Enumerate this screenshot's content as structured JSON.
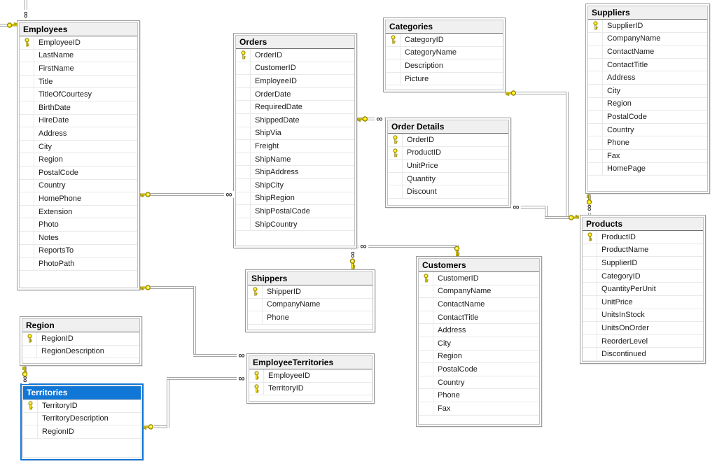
{
  "icons": {
    "many_glyph": "∞",
    "primary_key": "key-icon",
    "many_end": "infinity-icon"
  },
  "colors": {
    "selected_accent": "#1177d7",
    "table_border": "#9b9b9b",
    "title_bg": "#f0f0f0",
    "connector_line": "#a6a6a6",
    "key_yellow": "#fde910"
  },
  "tables": [
    {
      "title": "Employees",
      "selected": false,
      "columns": [
        {
          "name": "EmployeeID",
          "pk": true
        },
        {
          "name": "LastName",
          "pk": false
        },
        {
          "name": "FirstName",
          "pk": false
        },
        {
          "name": "Title",
          "pk": false
        },
        {
          "name": "TitleOfCourtesy",
          "pk": false
        },
        {
          "name": "BirthDate",
          "pk": false
        },
        {
          "name": "HireDate",
          "pk": false
        },
        {
          "name": "Address",
          "pk": false
        },
        {
          "name": "City",
          "pk": false
        },
        {
          "name": "Region",
          "pk": false
        },
        {
          "name": "PostalCode",
          "pk": false
        },
        {
          "name": "Country",
          "pk": false
        },
        {
          "name": "HomePhone",
          "pk": false
        },
        {
          "name": "Extension",
          "pk": false
        },
        {
          "name": "Photo",
          "pk": false
        },
        {
          "name": "Notes",
          "pk": false
        },
        {
          "name": "ReportsTo",
          "pk": false
        },
        {
          "name": "PhotoPath",
          "pk": false
        }
      ]
    },
    {
      "title": "Orders",
      "selected": false,
      "columns": [
        {
          "name": "OrderID",
          "pk": true
        },
        {
          "name": "CustomerID",
          "pk": false
        },
        {
          "name": "EmployeeID",
          "pk": false
        },
        {
          "name": "OrderDate",
          "pk": false
        },
        {
          "name": "RequiredDate",
          "pk": false
        },
        {
          "name": "ShippedDate",
          "pk": false
        },
        {
          "name": "ShipVia",
          "pk": false
        },
        {
          "name": "Freight",
          "pk": false
        },
        {
          "name": "ShipName",
          "pk": false
        },
        {
          "name": "ShipAddress",
          "pk": false
        },
        {
          "name": "ShipCity",
          "pk": false
        },
        {
          "name": "ShipRegion",
          "pk": false
        },
        {
          "name": "ShipPostalCode",
          "pk": false
        },
        {
          "name": "ShipCountry",
          "pk": false
        }
      ]
    },
    {
      "title": "Categories",
      "selected": false,
      "columns": [
        {
          "name": "CategoryID",
          "pk": true
        },
        {
          "name": "CategoryName",
          "pk": false
        },
        {
          "name": "Description",
          "pk": false
        },
        {
          "name": "Picture",
          "pk": false
        }
      ]
    },
    {
      "title": "Suppliers",
      "selected": false,
      "columns": [
        {
          "name": "SupplierID",
          "pk": true
        },
        {
          "name": "CompanyName",
          "pk": false
        },
        {
          "name": "ContactName",
          "pk": false
        },
        {
          "name": "ContactTitle",
          "pk": false
        },
        {
          "name": "Address",
          "pk": false
        },
        {
          "name": "City",
          "pk": false
        },
        {
          "name": "Region",
          "pk": false
        },
        {
          "name": "PostalCode",
          "pk": false
        },
        {
          "name": "Country",
          "pk": false
        },
        {
          "name": "Phone",
          "pk": false
        },
        {
          "name": "Fax",
          "pk": false
        },
        {
          "name": "HomePage",
          "pk": false
        }
      ]
    },
    {
      "title": "Order Details",
      "selected": false,
      "columns": [
        {
          "name": "OrderID",
          "pk": true
        },
        {
          "name": "ProductID",
          "pk": true
        },
        {
          "name": "UnitPrice",
          "pk": false
        },
        {
          "name": "Quantity",
          "pk": false
        },
        {
          "name": "Discount",
          "pk": false
        }
      ]
    },
    {
      "title": "Products",
      "selected": false,
      "columns": [
        {
          "name": "ProductID",
          "pk": true
        },
        {
          "name": "ProductName",
          "pk": false
        },
        {
          "name": "SupplierID",
          "pk": false
        },
        {
          "name": "CategoryID",
          "pk": false
        },
        {
          "name": "QuantityPerUnit",
          "pk": false
        },
        {
          "name": "UnitPrice",
          "pk": false
        },
        {
          "name": "UnitsInStock",
          "pk": false
        },
        {
          "name": "UnitsOnOrder",
          "pk": false
        },
        {
          "name": "ReorderLevel",
          "pk": false
        },
        {
          "name": "Discontinued",
          "pk": false
        }
      ]
    },
    {
      "title": "Customers",
      "selected": false,
      "columns": [
        {
          "name": "CustomerID",
          "pk": true
        },
        {
          "name": "CompanyName",
          "pk": false
        },
        {
          "name": "ContactName",
          "pk": false
        },
        {
          "name": "ContactTitle",
          "pk": false
        },
        {
          "name": "Address",
          "pk": false
        },
        {
          "name": "City",
          "pk": false
        },
        {
          "name": "Region",
          "pk": false
        },
        {
          "name": "PostalCode",
          "pk": false
        },
        {
          "name": "Country",
          "pk": false
        },
        {
          "name": "Phone",
          "pk": false
        },
        {
          "name": "Fax",
          "pk": false
        }
      ]
    },
    {
      "title": "Shippers",
      "selected": false,
      "columns": [
        {
          "name": "ShipperID",
          "pk": true
        },
        {
          "name": "CompanyName",
          "pk": false
        },
        {
          "name": "Phone",
          "pk": false
        }
      ]
    },
    {
      "title": "Region",
      "selected": false,
      "columns": [
        {
          "name": "RegionID",
          "pk": true
        },
        {
          "name": "RegionDescription",
          "pk": false
        }
      ]
    },
    {
      "title": "Territories",
      "selected": true,
      "columns": [
        {
          "name": "TerritoryID",
          "pk": true
        },
        {
          "name": "TerritoryDescription",
          "pk": false
        },
        {
          "name": "RegionID",
          "pk": false
        }
      ]
    },
    {
      "title": "EmployeeTerritories",
      "selected": false,
      "columns": [
        {
          "name": "EmployeeID",
          "pk": true
        },
        {
          "name": "TerritoryID",
          "pk": true
        }
      ]
    }
  ],
  "relationships": [
    {
      "one": "Employees",
      "many": "Employees"
    },
    {
      "one": "Employees",
      "many": "Orders"
    },
    {
      "one": "Employees",
      "many": "EmployeeTerritories"
    },
    {
      "one": "Territories",
      "many": "EmployeeTerritories"
    },
    {
      "one": "Region",
      "many": "Territories"
    },
    {
      "one": "Orders",
      "many": "Order Details"
    },
    {
      "one": "Products",
      "many": "Order Details"
    },
    {
      "one": "Customers",
      "many": "Orders"
    },
    {
      "one": "Shippers",
      "many": "Orders"
    },
    {
      "one": "Categories",
      "many": "Products"
    },
    {
      "one": "Suppliers",
      "many": "Products"
    }
  ]
}
